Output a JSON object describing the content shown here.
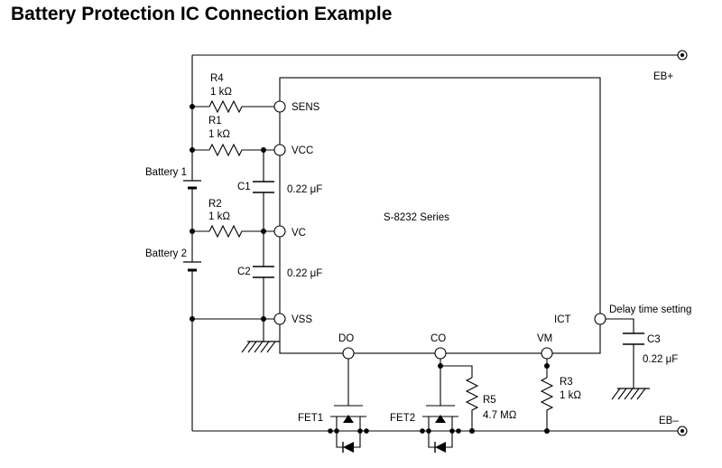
{
  "title": "Battery Protection IC Connection Example",
  "ic": {
    "series": "S-8232 Series",
    "pins": {
      "sens": "SENS",
      "vcc": "VCC",
      "vc": "VC",
      "vss": "VSS",
      "do": "DO",
      "co": "CO",
      "vm": "VM",
      "ict": "ICT"
    }
  },
  "terminals": {
    "eb_plus": "EB+",
    "eb_minus": "EB–"
  },
  "batteries": {
    "b1": "Battery 1",
    "b2": "Battery 2"
  },
  "resistors": {
    "r4": {
      "name": "R4",
      "value": "1 kΩ"
    },
    "r1": {
      "name": "R1",
      "value": "1 kΩ"
    },
    "r2": {
      "name": "R2",
      "value": "1 kΩ"
    },
    "r3": {
      "name": "R3",
      "value": "1 kΩ"
    },
    "r5": {
      "name": "R5",
      "value": "4.7 MΩ"
    }
  },
  "capacitors": {
    "c1": {
      "name": "C1",
      "value": "0.22 μF"
    },
    "c2": {
      "name": "C2",
      "value": "0.22 μF"
    },
    "c3": {
      "name": "C3",
      "value": "0.22 μF"
    }
  },
  "fets": {
    "fet1": "FET1",
    "fet2": "FET2"
  },
  "delay_label": "Delay time setting"
}
